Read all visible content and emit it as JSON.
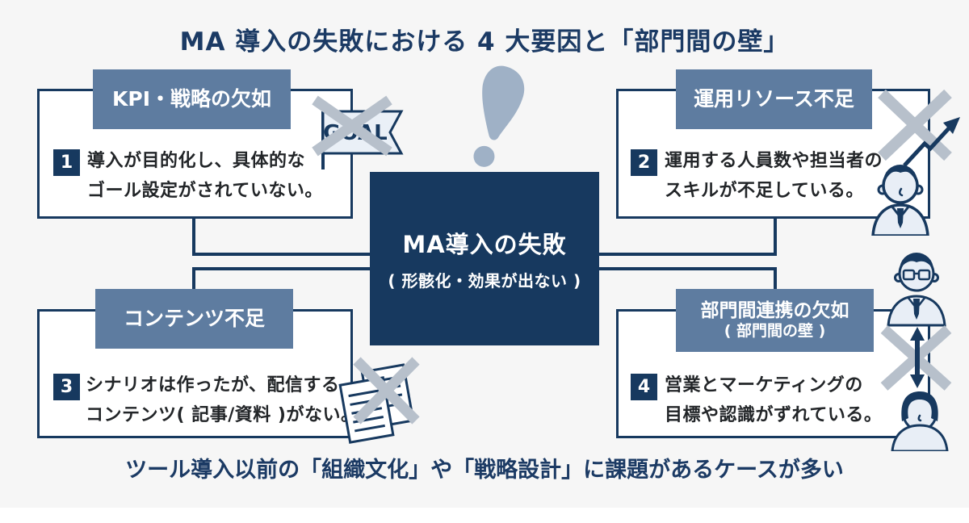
{
  "title": "MA 導入の失敗における 4 大要因と「部門間の壁」",
  "center_box": {
    "line1": "MA導入の失敗",
    "line2": "( 形骸化・効果が出ない )"
  },
  "factors": [
    {
      "number": "1",
      "header": "KPI・戦略の欠如",
      "text_line1": "導入が目的化し、具体的な",
      "text_line2": "ゴール設定がされていない。"
    },
    {
      "number": "2",
      "header": "運用リソース不足",
      "text_line1": "運用する人員数や担当者の",
      "text_line2": "スキルが不足している。"
    },
    {
      "number": "3",
      "header": "コンテンツ不足",
      "text_line1": "シナリオは作ったが、配信する",
      "text_line2": "コンテンツ( 記事/資料 )がない。"
    },
    {
      "number": "4",
      "header": "部門間連携の欠如",
      "header_sub": "( 部門間の壁 )",
      "text_line1": "営業とマーケティングの",
      "text_line2": "目標や認識がずれている。"
    }
  ],
  "goal_flag": {
    "label": "GOAL"
  },
  "caption": "ツール導入以前の「組織文化」や「戦略設計」に課題があるケースが多い",
  "colors": {
    "navy": "#17395f",
    "slate_header": "#5e7ca0",
    "light_icon_fill": "#e8eef6",
    "gray_x": "#b7c0cb",
    "exclamation": "#9fb1c6",
    "background": "#f6f6f6",
    "body_text": "#222528"
  }
}
